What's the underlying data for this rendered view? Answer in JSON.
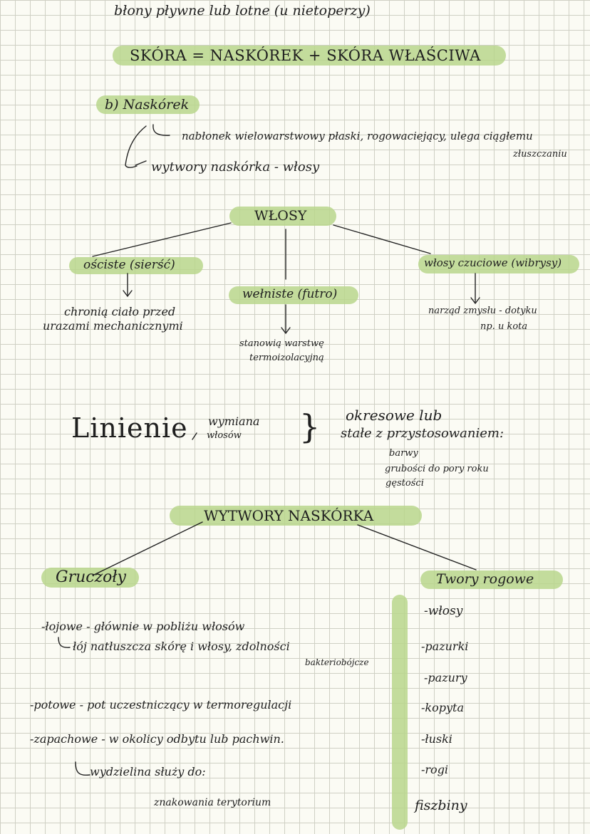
{
  "top_line": "błony pływne lub lotne (u nietoperzy)",
  "equation": "SKÓRA = NASKÓREK + SKÓRA WŁAŚCIWA",
  "section_b": {
    "heading": "b) Naskórek",
    "item1": "nabłonek wielowarstwowy płaski, rogowaciejący, ulega ciągłemu",
    "item1_cont": "złuszczaniu",
    "item2": "wytwory naskórka - włosy"
  },
  "hair": {
    "title": "WŁOSY",
    "left": {
      "label": "ościste (sierść)",
      "desc1": "chronią ciało przed",
      "desc2": "urazami mechanicznymi"
    },
    "middle": {
      "label": "wełniste (futro)",
      "desc1": "stanowią warstwę",
      "desc2": "termoizolacyjną"
    },
    "right": {
      "label": "włosy czuciowe (wibrysy)",
      "desc1": "narząd zmysłu - dotyku",
      "desc2": "np. u kota"
    }
  },
  "molting": {
    "word": "Linienie",
    "def1": "wymiana",
    "def2": "włosów",
    "brace": "}",
    "desc1": "okresowe lub",
    "desc2": "stałe z przystosowaniem:",
    "list": [
      "barwy",
      "grubości do pory roku",
      "gęstości"
    ]
  },
  "products": {
    "title": "WYTWORY NASKÓRKA",
    "glands": {
      "title": "Gruczoły",
      "sebaceous": "-łojowe - głównie w pobliżu włosów",
      "sebaceous_sub1": "łój natłuszcza skórę i włosy, zdolności",
      "sebaceous_sub2": "bakteriobójcze",
      "sweat": "-potowe - pot uczestniczący w termoregulacji",
      "scent": "-zapachowe - w okolicy odbytu lub pachwin.",
      "scent_sub1": "wydzielina służy do:",
      "scent_sub2": "znakowania terytorium"
    },
    "horny": {
      "title": "Twory rogowe",
      "items": [
        "-włosy",
        "-pazurki",
        "-pazury",
        "-kopyta",
        "-łuski",
        "-rogi",
        "fiszbiny"
      ]
    }
  }
}
